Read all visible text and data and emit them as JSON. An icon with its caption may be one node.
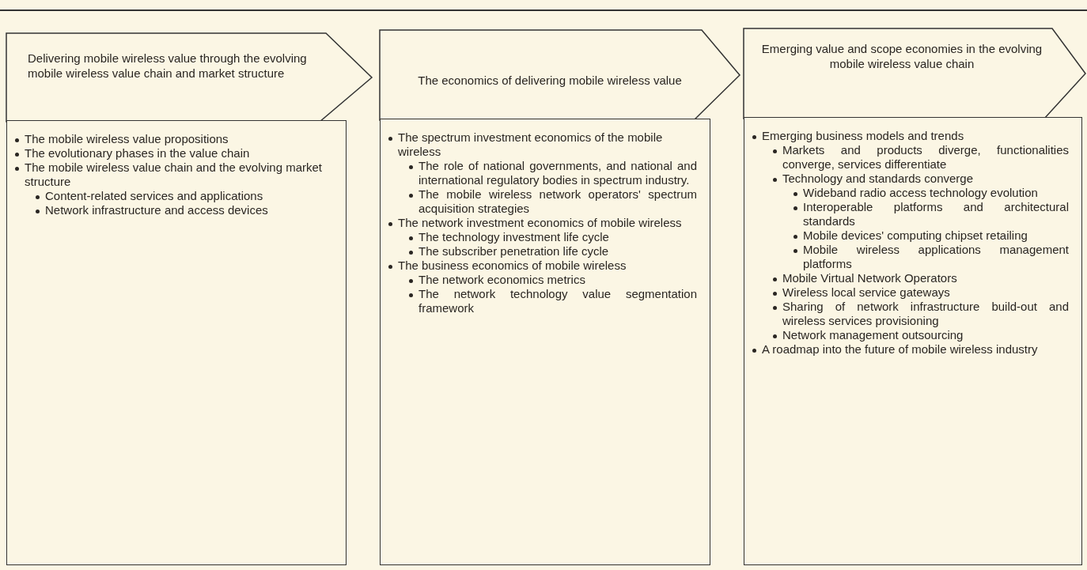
{
  "diagram": {
    "nodes": [
      {
        "text": [
          "Delivering mobile wireless value through the evolving mobile wireless value chain and market structure"
        ]
      },
      {
        "text": [
          "The mobile wireless value propositions",
          "The evolutionary phases in the value chain",
          "The mobile wireless value chain and the evolving market structure",
          "Content-related services and applications",
          "Network infrastructure and access devices"
        ]
      },
      {
        "text": [
          "The economics of delivering mobile wireless value"
        ]
      },
      {
        "text": [
          "The spectrum investment economics of the mobile wireless",
          "The role of national governments, and national and international regulatory bodies in spectrum industry.",
          "The mobile wireless network operators' spectrum acquisition strategies",
          "The network investment economics of mobile wireless",
          "The technology investment life cycle",
          "The subscriber penetration life cycle",
          "The business economics of mobile wireless",
          "The network economics metrics",
          "The network technology value segmentation framework"
        ]
      },
      {
        "text": [
          "Emerging value and scope economies in the evolving mobile wireless value chain"
        ]
      },
      {
        "text": [
          "Emerging business models and trends",
          "Markets and products diverge, functionalities converge, services differentiate",
          "Technology and standards converge",
          "Wideband radio access technology evolution",
          "Interoperable platforms and architectural standards",
          "Mobile devices' computing chipset retailing",
          "Mobile wireless applications management platforms",
          "Mobile Virtual Network Operators",
          "Wireless local service gateways",
          "Sharing of network infrastructure build-out and wireless services provisioning",
          "Network management outsourcing",
          "A roadmap into the future of mobile wireless industry"
        ]
      }
    ]
  }
}
